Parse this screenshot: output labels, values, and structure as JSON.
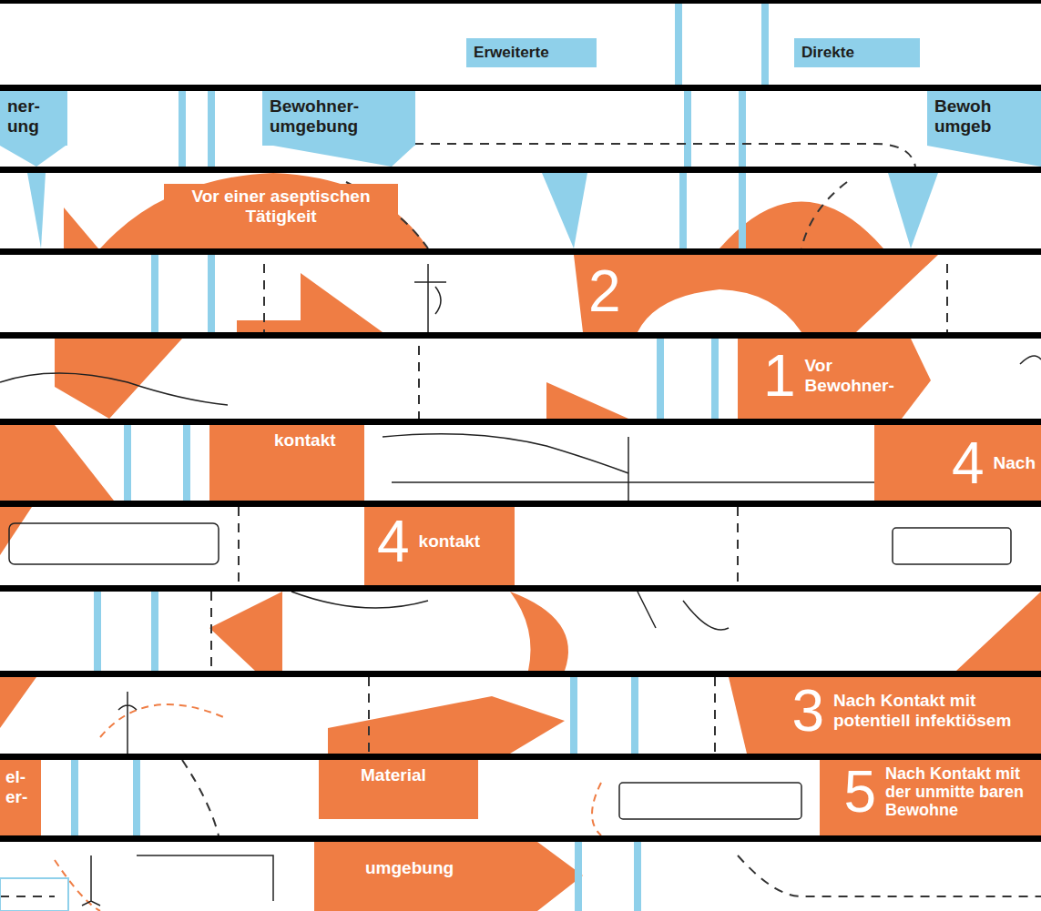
{
  "diagram": {
    "nodes": [
      {
        "text": [
          "Erweiterte"
        ]
      },
      {
        "text": [
          "Direkte"
        ]
      },
      {
        "text": [
          "ner- ung"
        ]
      },
      {
        "text": [
          "Bewohner- umgebung"
        ]
      },
      {
        "text": [
          "Bewoh umgeb"
        ]
      },
      {
        "text": [
          "Vor einer aseptischen Tätigkeit"
        ]
      },
      {
        "text": [
          "1",
          "Vor Bewohner-"
        ]
      },
      {
        "text": [
          "kontakt"
        ]
      },
      {
        "text": [
          "4",
          "Nach"
        ]
      },
      {
        "text": [
          "4",
          "kontakt"
        ]
      },
      {
        "text": [
          "3",
          "Nach Kontakt mit potentiell infektiösem"
        ]
      },
      {
        "text": [
          "Material"
        ]
      },
      {
        "text": [
          "5",
          "Nach Kontakt mit der unmitte baren Bewohne"
        ]
      },
      {
        "text": [
          "umgebung"
        ]
      },
      {
        "text": [
          "el- er-"
        ]
      }
    ],
    "labels": [
      "2"
    ]
  }
}
